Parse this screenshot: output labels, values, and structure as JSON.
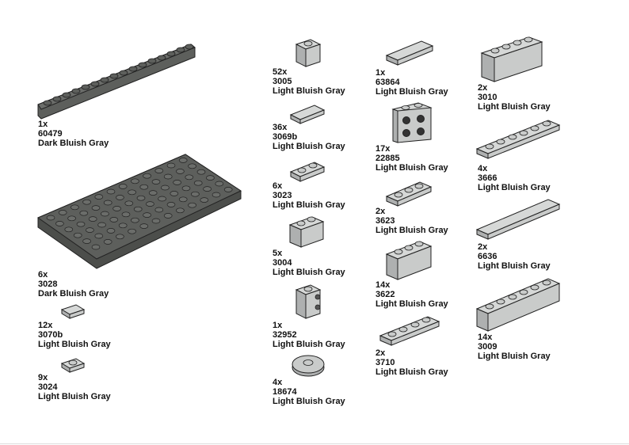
{
  "parts": [
    {
      "qty": "1x",
      "id": "60479",
      "color": "Dark Bluish Gray",
      "shape": "plate-1x16"
    },
    {
      "qty": "6x",
      "id": "3028",
      "color": "Dark Bluish Gray",
      "shape": "plate-6x12"
    },
    {
      "qty": "12x",
      "id": "3070b",
      "color": "Light Bluish Gray",
      "shape": "tile-1x1"
    },
    {
      "qty": "9x",
      "id": "3024",
      "color": "Light Bluish Gray",
      "shape": "plate-1x1"
    },
    {
      "qty": "52x",
      "id": "3005",
      "color": "Light Bluish Gray",
      "shape": "brick-1x1"
    },
    {
      "qty": "36x",
      "id": "3069b",
      "color": "Light Bluish Gray",
      "shape": "tile-1x2"
    },
    {
      "qty": "6x",
      "id": "3023",
      "color": "Light Bluish Gray",
      "shape": "plate-1x2"
    },
    {
      "qty": "5x",
      "id": "3004",
      "color": "Light Bluish Gray",
      "shape": "brick-1x2"
    },
    {
      "qty": "1x",
      "id": "32952",
      "color": "Light Bluish Gray",
      "shape": "brick-1x1-studs"
    },
    {
      "qty": "4x",
      "id": "18674",
      "color": "Light Bluish Gray",
      "shape": "round-tile-2x2"
    },
    {
      "qty": "1x",
      "id": "63864",
      "color": "Light Bluish Gray",
      "shape": "tile-1x3"
    },
    {
      "qty": "17x",
      "id": "22885",
      "color": "Light Bluish Gray",
      "shape": "brick-1x2-studs"
    },
    {
      "qty": "2x",
      "id": "3623",
      "color": "Light Bluish Gray",
      "shape": "plate-1x3"
    },
    {
      "qty": "14x",
      "id": "3622",
      "color": "Light Bluish Gray",
      "shape": "brick-1x3"
    },
    {
      "qty": "2x",
      "id": "3710",
      "color": "Light Bluish Gray",
      "shape": "plate-1x4"
    },
    {
      "qty": "2x",
      "id": "3010",
      "color": "Light Bluish Gray",
      "shape": "brick-1x4"
    },
    {
      "qty": "4x",
      "id": "3666",
      "color": "Light Bluish Gray",
      "shape": "plate-1x6"
    },
    {
      "qty": "2x",
      "id": "6636",
      "color": "Light Bluish Gray",
      "shape": "tile-1x6"
    },
    {
      "qty": "14x",
      "id": "3009",
      "color": "Light Bluish Gray",
      "shape": "brick-1x6"
    }
  ],
  "colors": {
    "dark": "#5d5f5c",
    "dark_top": "#6b6d6a",
    "dark_side": "#4c4e4b",
    "light": "#c9cbca",
    "light_top": "#d6d8d7",
    "light_side": "#aeb0b0",
    "outline": "#222222"
  }
}
